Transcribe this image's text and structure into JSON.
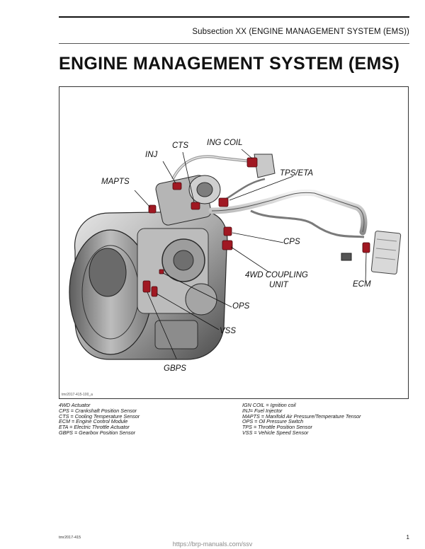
{
  "header": {
    "subsection": "Subsection XX (ENGINE MANAGEMENT SYSTEM (EMS))"
  },
  "title": "ENGINE MANAGEMENT SYSTEM (EMS)",
  "figure": {
    "callouts": {
      "inj": "INJ",
      "cts": "CTS",
      "ing_coil": "ING COIL",
      "mapts": "MAPTS",
      "tps_eta": "TPS/ETA",
      "cps": "CPS",
      "coupling_line1": "4WD COUPLING",
      "coupling_line2": "UNIT",
      "ecm": "ECM",
      "ops": "OPS",
      "vss": "VSS",
      "gbps": "GBPS"
    },
    "figure_id": "tmr2017-415-100_a"
  },
  "legend": {
    "left": [
      "4WD Actuator",
      "CPS = Crankshaft Position Sensor",
      "CTS = Cooling Temperature Sensor",
      "ECM = Engine Control Module",
      "ETA = Electric Throttle Actuator",
      "GBPS = Gearbox Position Sensor"
    ],
    "right": [
      "IGN COIL = Ignition coil",
      "INJ= Fuel Injector",
      "MAPTS = Manifold Air Pressure/Temperature Tensor",
      "OPS = Oil Pressure Switch",
      "TPS = Throttle Position Sensor",
      "VSS = Vehicle Speed Sensor"
    ]
  },
  "footer": {
    "code": "tmr2017-415",
    "page": "1",
    "url": "https://brp-manuals.com/ssv"
  },
  "colors": {
    "sensor": "#a01822",
    "engine_dark": "#3a3a3a",
    "engine_mid": "#8f8f8f",
    "engine_light": "#d4d4d4"
  }
}
